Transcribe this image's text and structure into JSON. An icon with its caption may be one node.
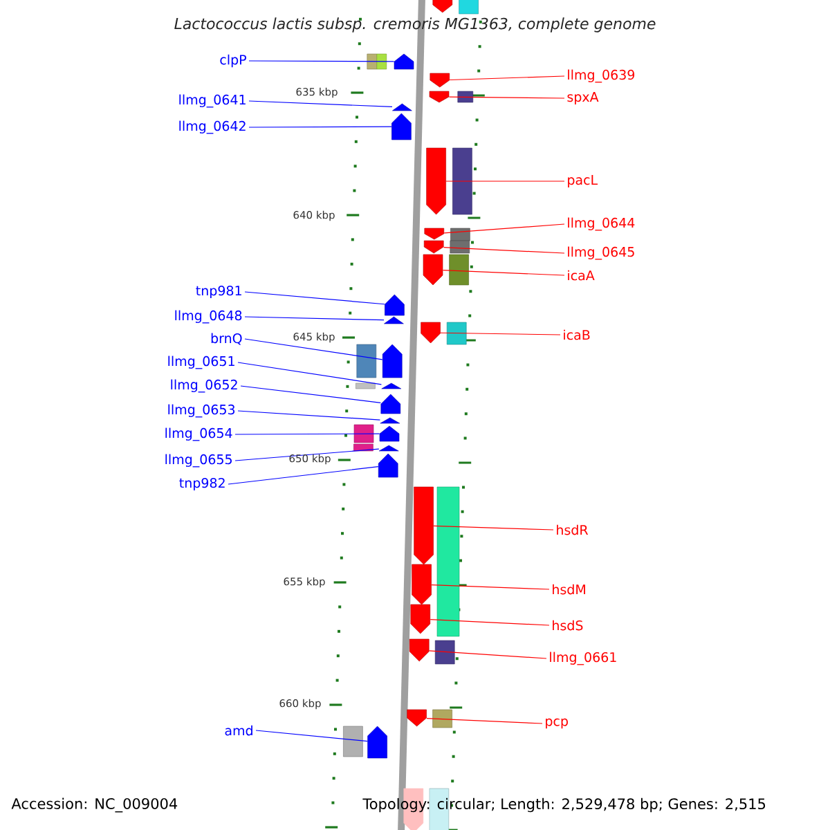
{
  "diagram": {
    "title": "Lactococcus lactis subsp. cremoris MG1363, complete genome",
    "nodes": [
      {
        "text": [
          "clpP"
        ]
      },
      {
        "text": [],
        "shape": "arrow"
      },
      {
        "text": [
          "llmg_0639"
        ]
      },
      {
        "text": [],
        "shape": "arrow"
      },
      {
        "text": [
          "spxA"
        ]
      },
      {
        "text": [],
        "shape": "arrow"
      },
      {
        "text": [
          "llmg_0641"
        ]
      },
      {
        "text": [],
        "shape": "arrow"
      },
      {
        "text": [
          "llmg_0642"
        ]
      },
      {
        "text": [],
        "shape": "arrow"
      },
      {
        "text": [
          "pacL"
        ]
      },
      {
        "text": [],
        "shape": "arrow"
      },
      {
        "text": [
          "llmg_0644"
        ]
      },
      {
        "text": [],
        "shape": "arrow"
      },
      {
        "text": [
          "llmg_0645"
        ]
      },
      {
        "text": [],
        "shape": "arrow"
      },
      {
        "text": [
          "icaA"
        ]
      },
      {
        "text": [],
        "shape": "arrow"
      },
      {
        "text": [
          "tnp981"
        ]
      },
      {
        "text": [],
        "shape": "arrow"
      },
      {
        "text": [
          "llmg_0648"
        ]
      },
      {
        "text": [],
        "shape": "arrow"
      },
      {
        "text": [
          "icaB"
        ]
      },
      {
        "text": [],
        "shape": "arrow"
      },
      {
        "text": [
          "brnQ"
        ]
      },
      {
        "text": [],
        "shape": "arrow"
      },
      {
        "text": [
          "llmg_0651"
        ]
      },
      {
        "text": [],
        "shape": "arrow"
      },
      {
        "text": [
          "llmg_0652"
        ]
      },
      {
        "text": [],
        "shape": "arrow"
      },
      {
        "text": [
          "llmg_0653"
        ]
      },
      {
        "text": [],
        "shape": "arrow"
      },
      {
        "text": [
          "llmg_0654"
        ]
      },
      {
        "text": [],
        "shape": "arrow"
      },
      {
        "text": [
          "llmg_0655"
        ]
      },
      {
        "text": [],
        "shape": "arrow"
      },
      {
        "text": [
          "tnp982"
        ]
      },
      {
        "text": [],
        "shape": "arrow"
      },
      {
        "text": [
          "hsdR"
        ]
      },
      {
        "text": [],
        "shape": "arrow"
      },
      {
        "text": [
          "hsdM"
        ]
      },
      {
        "text": [],
        "shape": "arrow"
      },
      {
        "text": [
          "hsdS"
        ]
      },
      {
        "text": [],
        "shape": "arrow"
      },
      {
        "text": [
          "llmg_0661"
        ]
      },
      {
        "text": [],
        "shape": "arrow"
      },
      {
        "text": [
          "pcp"
        ]
      },
      {
        "text": [],
        "shape": "arrow"
      },
      {
        "text": [
          "amd"
        ]
      },
      {
        "text": [],
        "shape": "arrow"
      },
      {
        "text": [],
        "shape": "arrow"
      },
      {
        "text": [],
        "shape": "arrow"
      }
    ],
    "edges": [
      {
        "from": 0,
        "to": 1,
        "arrow": "none"
      },
      {
        "from": 2,
        "to": 3,
        "arrow": "none",
        "color": "#ff0000"
      },
      {
        "from": 4,
        "to": 5,
        "arrow": "none",
        "color": "#ff0000"
      },
      {
        "from": 6,
        "to": 7,
        "arrow": "none"
      },
      {
        "from": 8,
        "to": 9,
        "arrow": "none"
      },
      {
        "from": 10,
        "to": 11,
        "arrow": "none",
        "color": "#ff0000"
      },
      {
        "from": 12,
        "to": 13,
        "arrow": "none",
        "color": "#ff0000"
      },
      {
        "from": 14,
        "to": 15,
        "arrow": "none",
        "color": "#ff0000"
      },
      {
        "from": 16,
        "to": 17,
        "arrow": "none",
        "color": "#ff0000"
      },
      {
        "from": 18,
        "to": 19,
        "arrow": "none"
      },
      {
        "from": 20,
        "to": 21,
        "arrow": "none"
      },
      {
        "from": 22,
        "to": 23,
        "arrow": "none",
        "color": "#ff0000"
      },
      {
        "from": 24,
        "to": 25,
        "arrow": "none"
      },
      {
        "from": 26,
        "to": 27,
        "arrow": "none"
      },
      {
        "from": 28,
        "to": 29,
        "arrow": "none"
      },
      {
        "from": 30,
        "to": 31,
        "arrow": "none"
      },
      {
        "from": 32,
        "to": 33,
        "arrow": "none"
      },
      {
        "from": 34,
        "to": 35,
        "arrow": "none"
      },
      {
        "from": 36,
        "to": 37,
        "arrow": "none"
      },
      {
        "from": 38,
        "to": 39,
        "arrow": "none",
        "color": "#ff0000"
      },
      {
        "from": 40,
        "to": 41,
        "arrow": "none",
        "color": "#ff0000"
      },
      {
        "from": 42,
        "to": 43,
        "arrow": "none",
        "color": "#ff0000"
      },
      {
        "from": 44,
        "to": 45,
        "arrow": "none",
        "color": "#ff0000"
      },
      {
        "from": 46,
        "to": 47,
        "arrow": "none",
        "color": "#ff0000"
      },
      {
        "from": 48,
        "to": 49,
        "arrow": "none"
      }
    ],
    "labels": [
      "635 kbp",
      "640 kbp",
      "645 kbp",
      "650 kbp",
      "655 kbp",
      "660 kbp",
      "Accession: NC_009004",
      "Topology: circular; Length: 2,529,478 bp; Genes: 2,515"
    ]
  }
}
